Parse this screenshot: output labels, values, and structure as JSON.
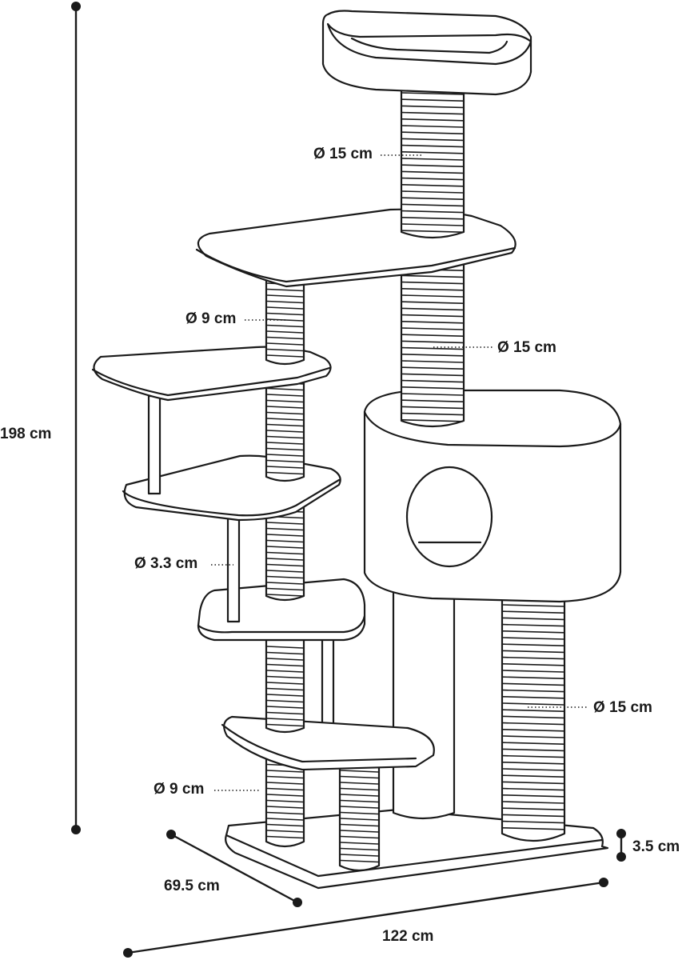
{
  "dimensions": {
    "height": "198 cm",
    "depth": "69.5 cm",
    "width": "122 cm",
    "base_thickness": "3.5 cm"
  },
  "diameters": {
    "top_post": "Ø 15 cm",
    "upper_left_post": "Ø 9 cm",
    "middle_post": "Ø 15 cm",
    "thin_pole": "Ø 3.3 cm",
    "front_right_post": "Ø 15 cm",
    "bottom_left_post": "Ø 9 cm"
  },
  "colors": {
    "line": "#1a1a1a",
    "fill": "#ffffff"
  }
}
